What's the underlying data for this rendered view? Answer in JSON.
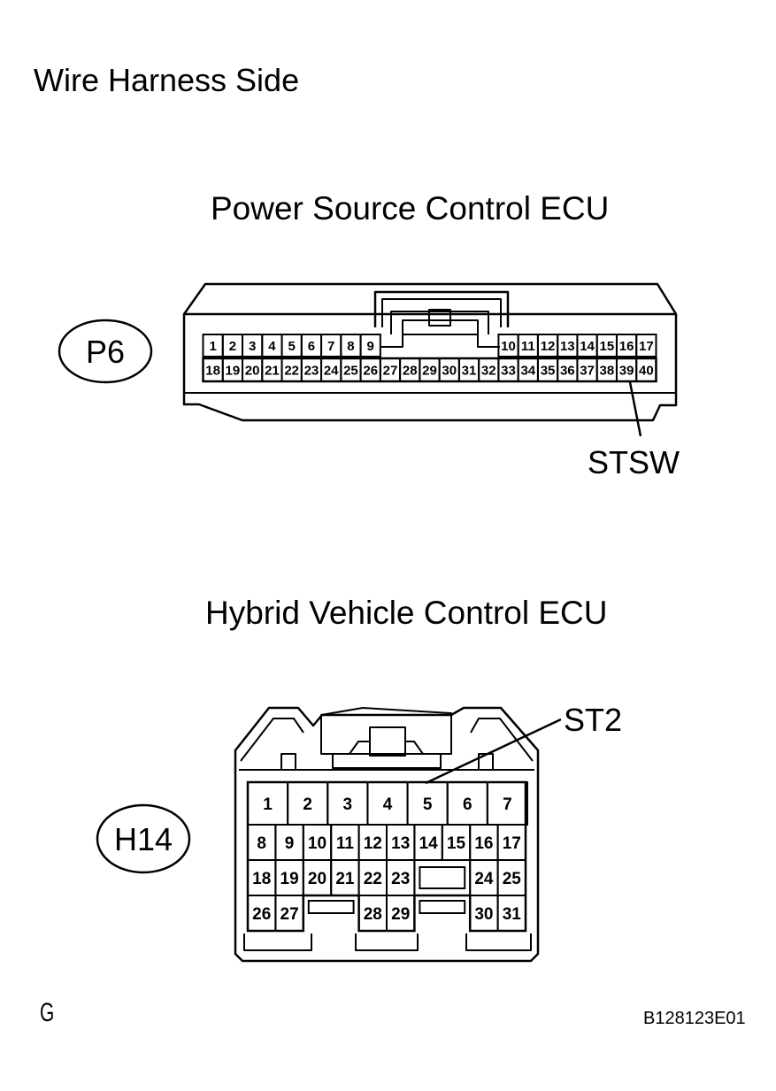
{
  "title": "Wire Harness Side",
  "connectors": {
    "p6": {
      "title": "Power Source Control ECU",
      "code": "P6",
      "pins_top_left": [
        "1",
        "2",
        "3",
        "4",
        "5",
        "6",
        "7",
        "8",
        "9"
      ],
      "pins_top_right": [
        "10",
        "11",
        "12",
        "13",
        "14",
        "15",
        "16",
        "17"
      ],
      "pins_bottom": [
        "18",
        "19",
        "20",
        "21",
        "22",
        "23",
        "24",
        "25",
        "26",
        "27",
        "28",
        "29",
        "30",
        "31",
        "32",
        "33",
        "34",
        "35",
        "36",
        "37",
        "38",
        "39",
        "40"
      ],
      "callout": {
        "label": "STSW",
        "pin": "39"
      }
    },
    "h14": {
      "title": "Hybrid Vehicle Control ECU",
      "code": "H14",
      "row1": [
        "1",
        "2",
        "3",
        "4",
        "5",
        "6",
        "7"
      ],
      "row2": [
        "8",
        "9",
        "10",
        "11",
        "12",
        "13",
        "14",
        "15",
        "16",
        "17"
      ],
      "row3_left": [
        "18",
        "19",
        "20",
        "21",
        "22",
        "23"
      ],
      "row3_right": [
        "24",
        "25"
      ],
      "row4_a": [
        "26",
        "27"
      ],
      "row4_b": [
        "28",
        "29"
      ],
      "row4_c": [
        "30",
        "31"
      ],
      "callout": {
        "label": "ST2",
        "pin": "5"
      }
    }
  },
  "footer": {
    "left": "G",
    "right": "B128123E01"
  }
}
